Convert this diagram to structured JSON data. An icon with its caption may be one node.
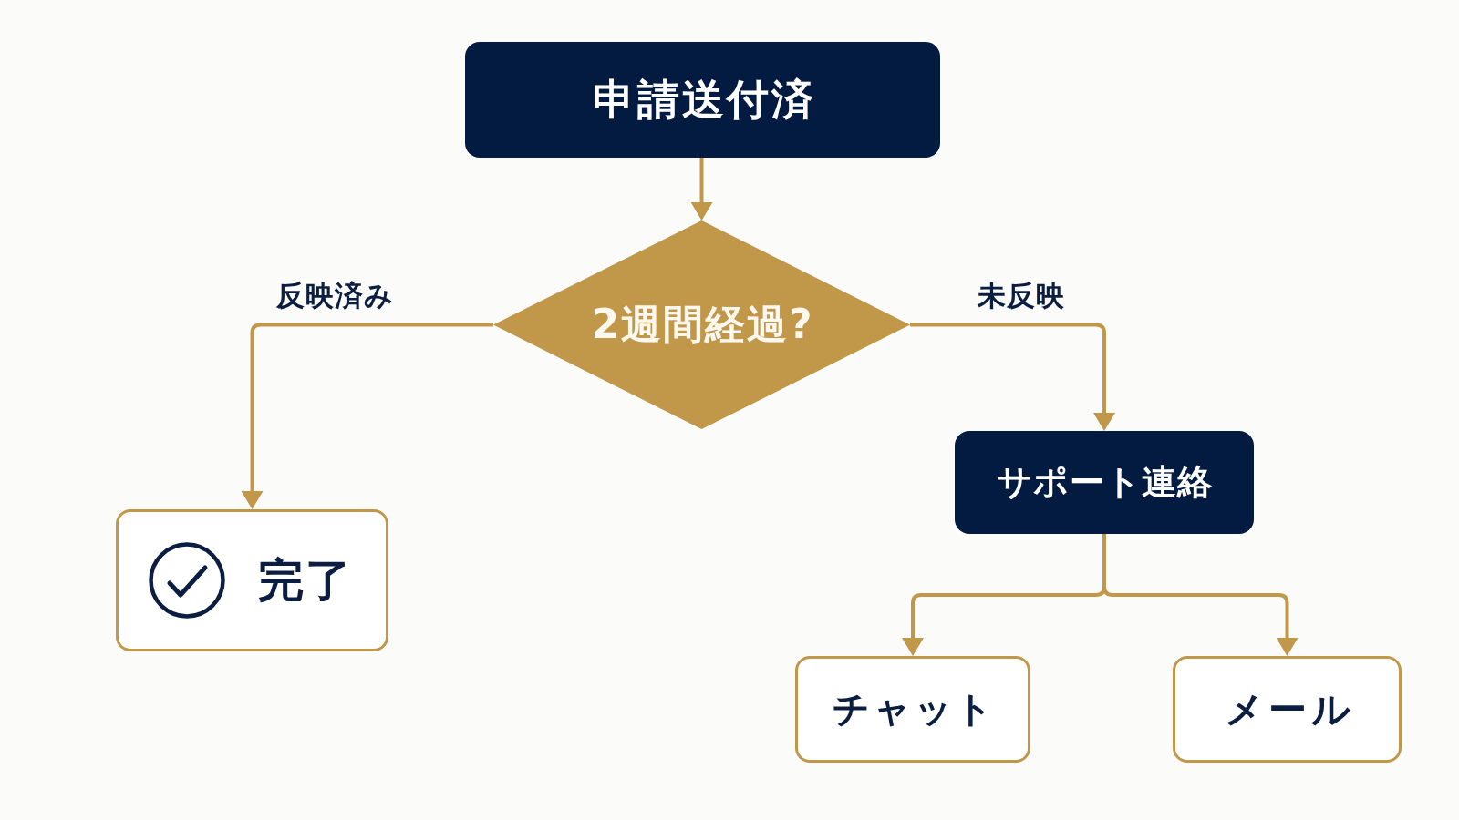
{
  "diagram": {
    "nodes": [
      {
        "text": [
          "申請送付済"
        ]
      },
      {
        "text": [
          "2週間経過?"
        ]
      },
      {
        "text": [
          "完了"
        ]
      },
      {
        "text": [
          "サポート連絡"
        ]
      },
      {
        "text": [
          "チャット"
        ]
      },
      {
        "text": [
          "メール"
        ]
      }
    ],
    "edges": [
      {
        "from": 0,
        "to": 1,
        "arrow": "to"
      },
      {
        "from": 1,
        "to": 2,
        "arrow": "to",
        "label": "反映済み"
      },
      {
        "from": 1,
        "to": 3,
        "arrow": "to",
        "label": "未反映"
      },
      {
        "from": 3,
        "to": 4,
        "arrow": "to"
      },
      {
        "from": 3,
        "to": 5,
        "arrow": "to"
      }
    ]
  }
}
